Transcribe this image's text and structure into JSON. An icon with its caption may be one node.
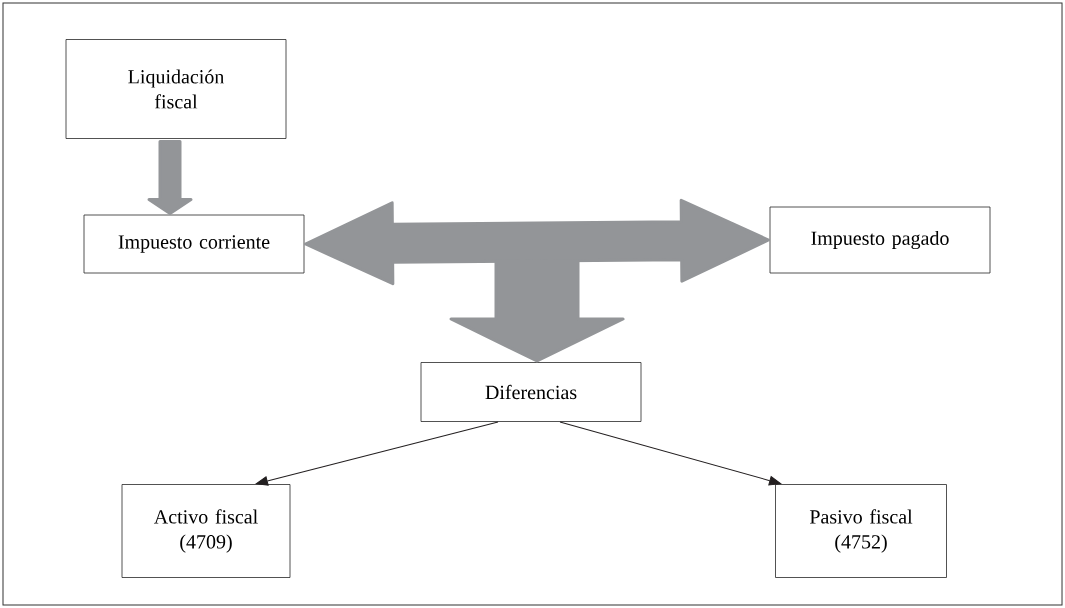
{
  "diagram": {
    "nodes": [
      {
        "text": [
          "Liquidación fiscal"
        ]
      },
      {
        "text": [
          "Impuesto corriente"
        ]
      },
      {
        "text": [
          "Impuesto pagado"
        ]
      },
      {
        "text": [
          "Diferencias"
        ]
      },
      {
        "text": [
          "Activo fiscal (4709)"
        ]
      },
      {
        "text": [
          "Pasivo fiscal (4752)"
        ]
      }
    ],
    "edges": [
      {
        "from": 0,
        "to": 1,
        "arrow": "to",
        "style": "thick",
        "color": "#939598"
      },
      {
        "from": 1,
        "to": 2,
        "arrow": "both",
        "style": "thick",
        "color": "#939598"
      },
      {
        "from": null,
        "to": 3,
        "arrow": "to",
        "style": "thick",
        "color": "#939598"
      },
      {
        "from": 3,
        "to": 4,
        "arrow": "to",
        "color": "#231f20"
      },
      {
        "from": 3,
        "to": 5,
        "arrow": "to",
        "color": "#231f20"
      }
    ]
  }
}
